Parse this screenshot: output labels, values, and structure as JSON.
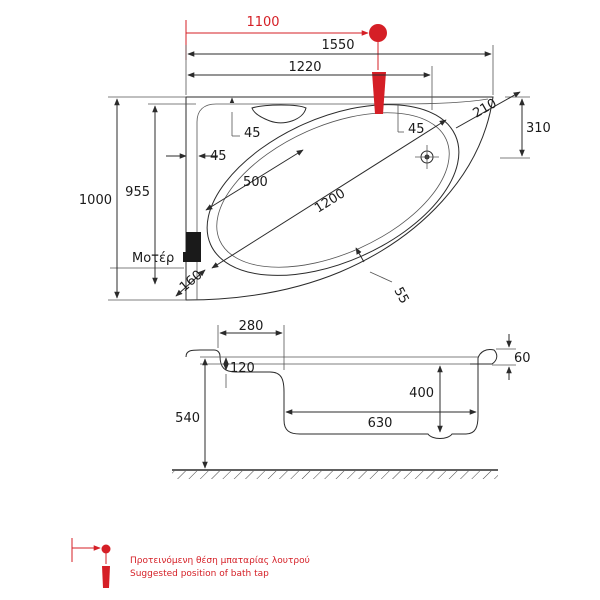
{
  "plan": {
    "tap_offset": "1100",
    "overall_length": "1550",
    "inner_length": "1220",
    "overall_width": "1000",
    "inner_width": "955",
    "corner_width": "310",
    "corner_cut": "210",
    "rim_top": "45",
    "rim_left": "45",
    "rim_right": "45",
    "basin_width": "500",
    "basin_length": "1200",
    "rim_front": "55",
    "corner_front": "160",
    "motor_label": "Μοτέρ"
  },
  "section": {
    "seat_width": "280",
    "seat_depth": "120",
    "rim_height": "60",
    "basin_depth": "400",
    "floor_length": "630",
    "height_from_floor": "540"
  },
  "legend": {
    "line1": "Προτεινόμενη θέση μπαταρίας λουτρού",
    "line2": "Suggested position of bath tap"
  },
  "colors": {
    "accent": "#d51f26",
    "line": "#2b2b2b",
    "motor": "#1a1a1a"
  }
}
